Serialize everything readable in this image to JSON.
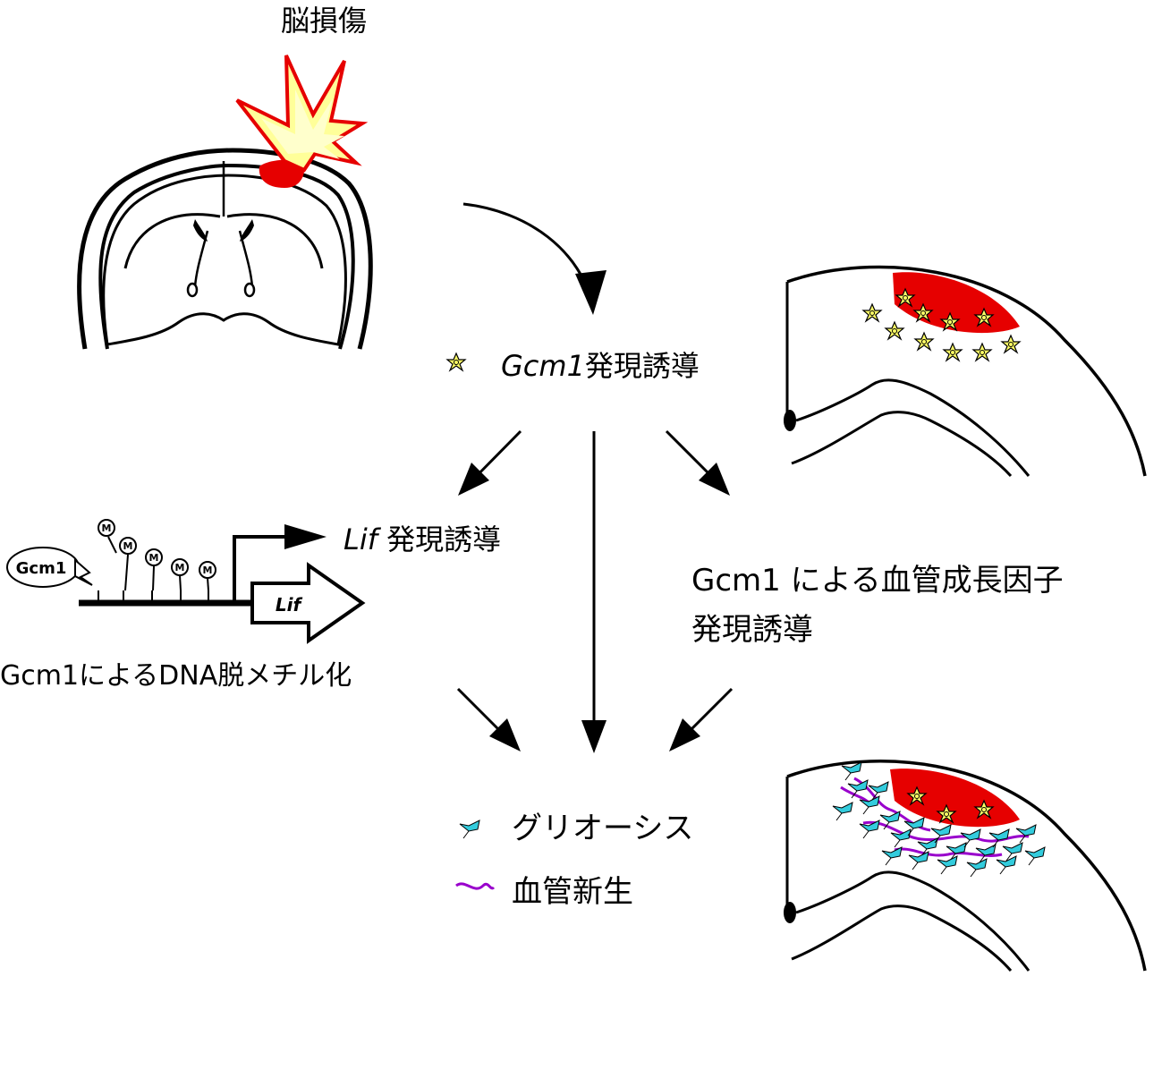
{
  "injury": {
    "label": "脳損傷"
  },
  "gcm1_induction": {
    "gene": "Gcm1",
    "suffix": "発現誘導"
  },
  "lif_induction": {
    "gene": "Lif",
    "suffix": " 発現誘導"
  },
  "growth_factor": {
    "line1": "Gcm1 による血管成長因子",
    "line2": "発現誘導"
  },
  "demethylation": {
    "caption": "Gcm1によるDNA脱メチル化",
    "protein_label": "Gcm1",
    "gene_box_label": "Lif",
    "methyl_mark": "M"
  },
  "legend": {
    "gliosis": "グリオーシス",
    "angiogenesis": "血管新生"
  },
  "colors": {
    "lesion_red": "#e60000",
    "burst_yellow": "#ffff99",
    "cell_yellow": "#ffff66",
    "glia_cyan": "#33ccdd",
    "vessel_purple": "#9900cc"
  }
}
